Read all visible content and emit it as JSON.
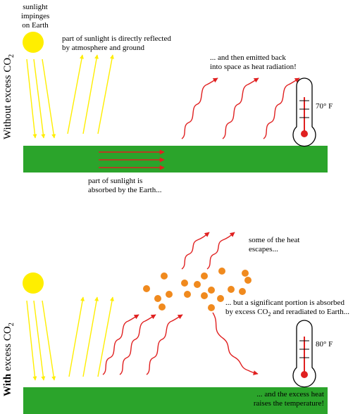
{
  "colors": {
    "ground": "#2ba42b",
    "sun": "#ffee00",
    "sunlight_ray": "#ffee00",
    "heat_ray": "#e02020",
    "co2_dot": "#f08a1e",
    "thermo_fill": "#e02020"
  },
  "top": {
    "side_label_plain": "Without excess CO",
    "side_label_sub": "2",
    "sun_label": [
      "sunlight",
      "impinges",
      "on Earth"
    ],
    "reflected_label": [
      "part of sunlight is directly reflected",
      "by atmosphere and ground"
    ],
    "emitted_label": [
      "... and then emitted back",
      "into space as heat radiation!"
    ],
    "absorbed_label": [
      "part of sunlight is",
      "absorbed by the Earth..."
    ],
    "temperature": "70° F"
  },
  "bottom": {
    "side_label_bold": "With",
    "side_label_plain": " excess CO",
    "side_label_sub": "2",
    "escapes_label": [
      "some of the heat",
      "escapes..."
    ],
    "absorbed_line1": "... but a significant portion is absorbed",
    "absorbed_line2_pre": "by excess CO",
    "absorbed_line2_sub": "2",
    "absorbed_line2_post": " and reradiated to Earth...",
    "raises_label": [
      "... and the excess heat",
      "raises the temperature!"
    ],
    "temperature": "80° F"
  },
  "icons": [
    "sun-icon",
    "thermometer-icon"
  ]
}
